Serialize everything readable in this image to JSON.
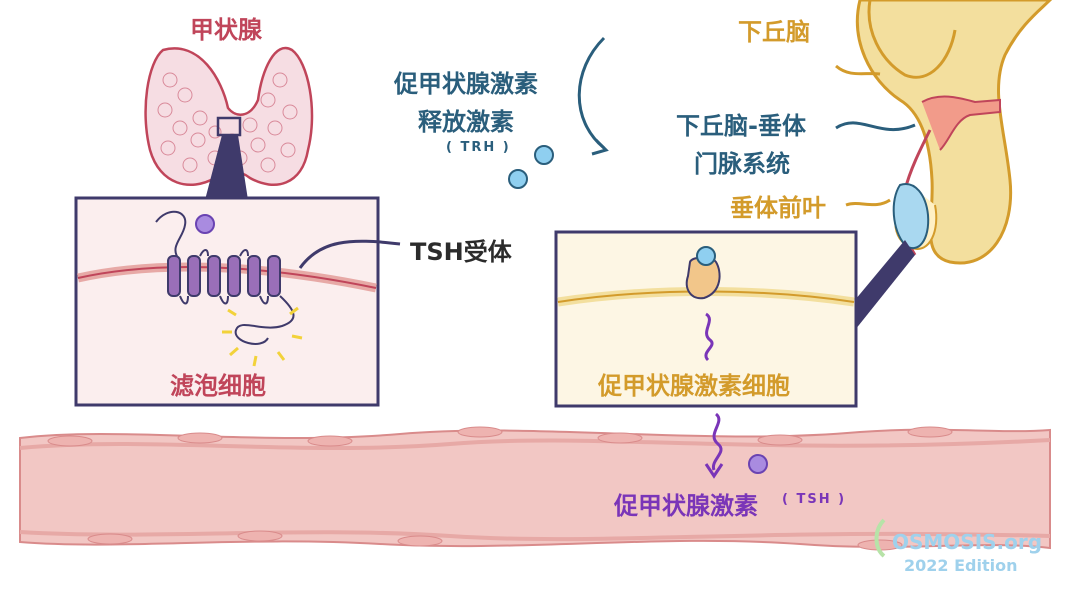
{
  "labels": {
    "thyroid": "甲状腺",
    "trh_line1": "促甲状腺激素",
    "trh_line2": "释放激素",
    "trh_abbr": "( TRH )",
    "hypothalamus": "下丘脑",
    "portal_line1": "下丘脑-垂体",
    "portal_line2": "门脉系统",
    "anterior_pituitary": "垂体前叶",
    "tsh_receptor": "TSH受体",
    "follicular_cell": "滤泡细胞",
    "thyrotroph_cell": "促甲状腺激素细胞",
    "tsh_name": "促甲状腺激素",
    "tsh_abbr": "( TSH )"
  },
  "watermark": {
    "brand": "OSMOSIS.org",
    "edition": "2022 Edition"
  },
  "colors": {
    "thyroid_red": "#c0455a",
    "trh_blue": "#2a5e7c",
    "pituitary_gold": "#d39b2b",
    "tsh_purple": "#7a35b8",
    "vessel_pink": "#f2c7c4",
    "box_border": "#3f3a6b"
  }
}
